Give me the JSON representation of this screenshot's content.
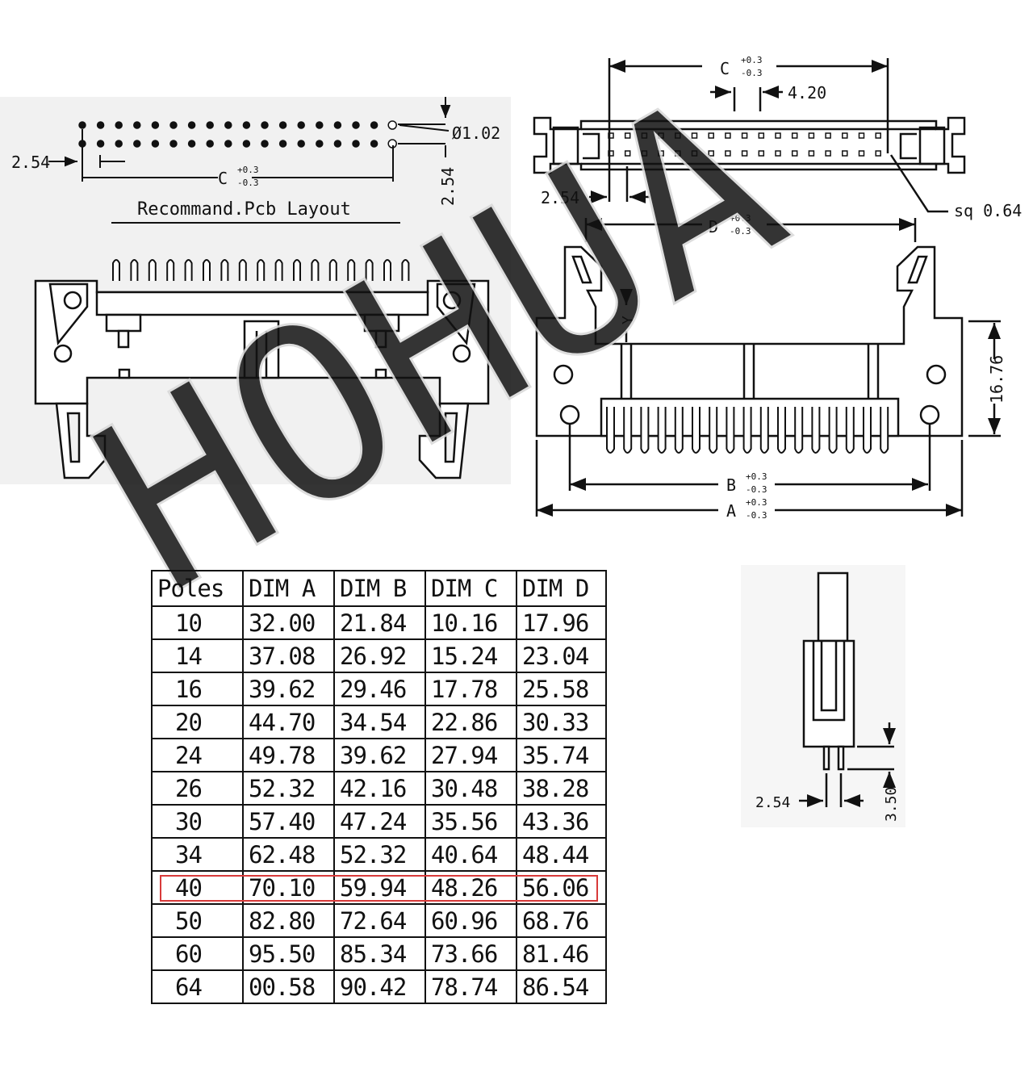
{
  "pcb_layout": {
    "title": "Recommand.Pcb Layout",
    "pitch_left": "2.54",
    "pitch_right": "2.54",
    "hole": "Ø1.02",
    "c_label": "C",
    "tol_plus": "+0.3",
    "tol_minus": "-0.3"
  },
  "top_view": {
    "c_label": "C",
    "tol_plus": "+0.3",
    "tol_minus": "-0.3",
    "pin_offset": "4.20",
    "pitch": "2.54",
    "pin_size": "sq 0.64"
  },
  "front_view": {
    "d_label": "D",
    "b_label": "B",
    "a_label": "A",
    "y_label": "Y",
    "height": "16.76",
    "tol_plus": "+0.3",
    "tol_minus": "-0.3"
  },
  "side_view": {
    "pitch": "2.54",
    "pin_length": "3.50"
  },
  "watermark": "HOHUA",
  "table": {
    "headers": [
      "Poles",
      "DIM A",
      "DIM B",
      "DIM C",
      "DIM D"
    ],
    "rows": [
      [
        "10",
        "32.00",
        "21.84",
        "10.16",
        "17.96"
      ],
      [
        "14",
        "37.08",
        "26.92",
        "15.24",
        "23.04"
      ],
      [
        "16",
        "39.62",
        "29.46",
        "17.78",
        "25.58"
      ],
      [
        "20",
        "44.70",
        "34.54",
        "22.86",
        "30.33"
      ],
      [
        "24",
        "49.78",
        "39.62",
        "27.94",
        "35.74"
      ],
      [
        "26",
        "52.32",
        "42.16",
        "30.48",
        "38.28"
      ],
      [
        "30",
        "57.40",
        "47.24",
        "35.56",
        "43.36"
      ],
      [
        "34",
        "62.48",
        "52.32",
        "40.64",
        "48.44"
      ],
      [
        "40",
        "70.10",
        "59.94",
        "48.26",
        "56.06"
      ],
      [
        "50",
        "82.80",
        "72.64",
        "60.96",
        "68.76"
      ],
      [
        "60",
        "95.50",
        "85.34",
        "73.66",
        "81.46"
      ],
      [
        "64",
        "00.58",
        "90.42",
        "78.74",
        "86.54"
      ]
    ],
    "highlight_row": 8,
    "highlight_color": "#d83a3a"
  }
}
